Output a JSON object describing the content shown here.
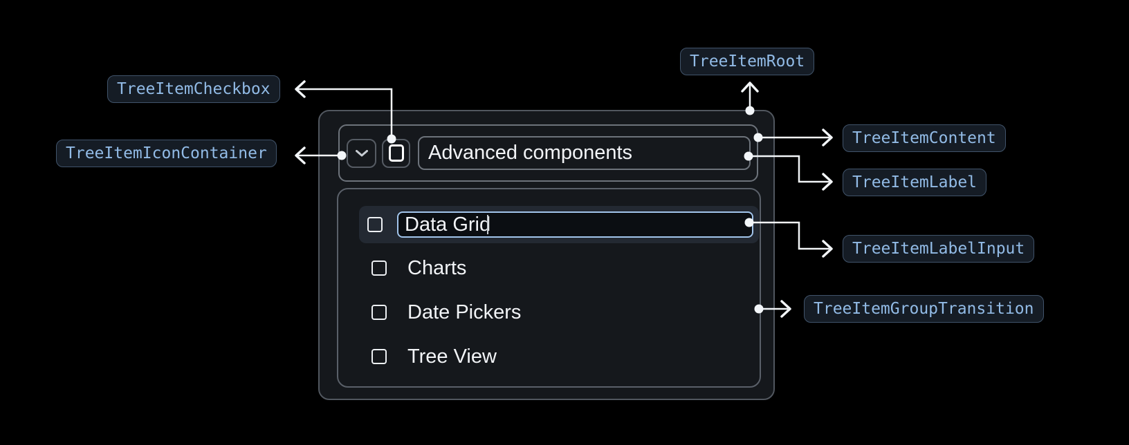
{
  "annotations": {
    "checkbox": "TreeItemCheckbox",
    "icon_container": "TreeItemIconContainer",
    "root": "TreeItemRoot",
    "content": "TreeItemContent",
    "label": "TreeItemLabel",
    "label_input": "TreeItemLabelInput",
    "group_transition": "TreeItemGroupTransition"
  },
  "tree": {
    "parent_label": "Advanced components",
    "items": [
      {
        "label": "Data Grid",
        "editing": true,
        "checked": false
      },
      {
        "label": "Charts",
        "checked": false
      },
      {
        "label": "Date Pickers",
        "checked": false
      },
      {
        "label": "Tree View",
        "checked": false
      }
    ]
  },
  "icons": {
    "expand": "chevron-down-icon",
    "checkbox": "checkbox-unchecked-icon"
  },
  "colors": {
    "page_bg": "#000000",
    "card_bg": "#15181c",
    "card_border": "#51575f",
    "row_highlight": "#232932",
    "input_focus_border": "#a2c5ec",
    "badge_bg": "#151c25",
    "badge_border": "#41546b",
    "badge_text": "#92bbe6",
    "connector": "#f3f6f9",
    "text": "#f2f4f7"
  }
}
